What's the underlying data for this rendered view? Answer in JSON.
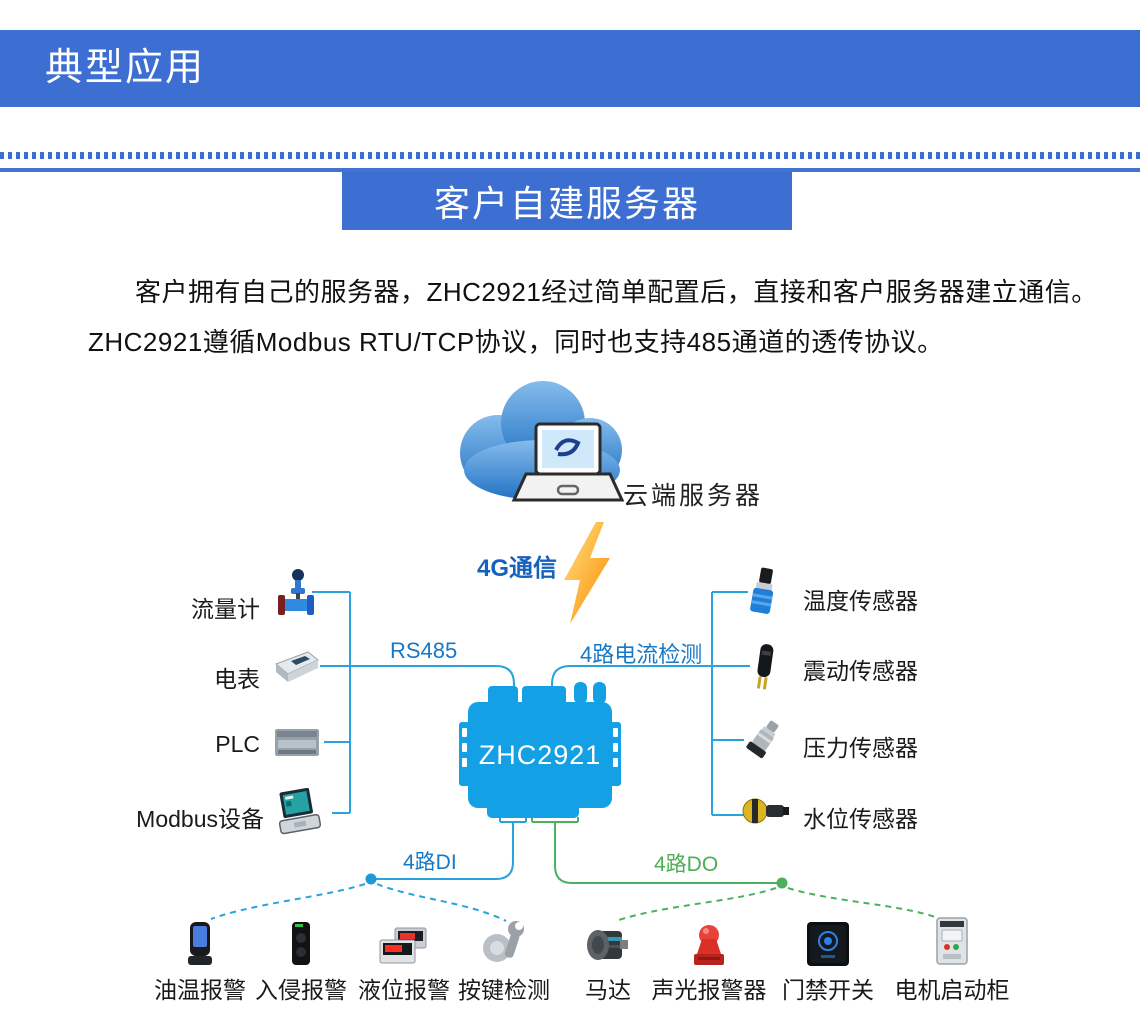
{
  "header": {
    "title": "典型应用"
  },
  "banner": {
    "title": "客户自建服务器"
  },
  "intro": {
    "line1": "客户拥有自己的服务器，ZHC2921经过简单配置后，直接和客户服务器建立通信。",
    "line2": "ZHC2921遵循Modbus RTU/TCP协议，同时也支持485通道的透传协议。"
  },
  "diagram": {
    "cloud_label": "云端服务器",
    "wireless_label": "4G通信",
    "device_label": "ZHC2921",
    "rs485_label": "RS485",
    "current_label": "4路电流检测",
    "di_label": "4路DI",
    "do_label": "4路DO",
    "left_devices": [
      {
        "label": "流量计",
        "icon": "flow-meter-icon"
      },
      {
        "label": "电表",
        "icon": "electric-meter-icon"
      },
      {
        "label": "PLC",
        "icon": "plc-icon"
      },
      {
        "label": "Modbus设备",
        "icon": "modbus-device-icon"
      }
    ],
    "right_devices": [
      {
        "label": "温度传感器",
        "icon": "temperature-sensor-icon"
      },
      {
        "label": "震动传感器",
        "icon": "vibration-sensor-icon"
      },
      {
        "label": "压力传感器",
        "icon": "pressure-sensor-icon"
      },
      {
        "label": "水位传感器",
        "icon": "water-level-sensor-icon"
      }
    ],
    "di_devices": [
      {
        "label": "油温报警",
        "icon": "oil-temp-alarm-icon"
      },
      {
        "label": "入侵报警",
        "icon": "intrusion-alarm-icon"
      },
      {
        "label": "液位报警",
        "icon": "liquid-level-alarm-icon"
      },
      {
        "label": "按键检测",
        "icon": "key-detection-icon"
      }
    ],
    "do_devices": [
      {
        "label": "马达",
        "icon": "motor-icon"
      },
      {
        "label": "声光报警器",
        "icon": "sound-light-alarm-icon"
      },
      {
        "label": "门禁开关",
        "icon": "access-switch-icon"
      },
      {
        "label": "电机启动柜",
        "icon": "motor-starter-cabinet-icon"
      }
    ],
    "colors": {
      "accent_blue": "#3D6ED2",
      "device_blue": "#14A0E4",
      "wire_cyan": "#29A3DC",
      "wire_green": "#4DB05F",
      "label_blue": "#1778C8",
      "label_green": "#4CAF50",
      "bolt_yellow": "#FFC107"
    }
  }
}
